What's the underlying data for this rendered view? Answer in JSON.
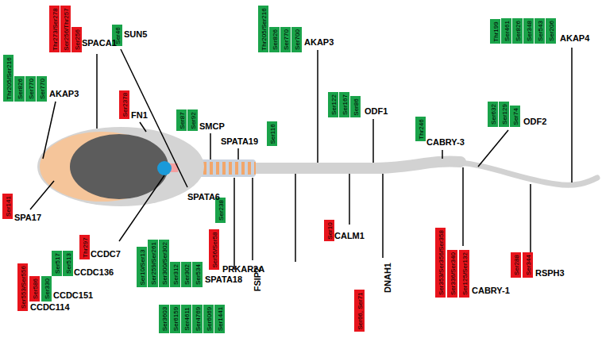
{
  "diagram": {
    "nodes": [
      {
        "text": [
          "Thr205/Ser216"
        ]
      },
      {
        "text": [
          "Ser826"
        ]
      },
      {
        "text": [
          "Ser770"
        ]
      },
      {
        "text": [
          "Ser770"
        ]
      },
      {
        "text": [
          "Thr273/Ser278"
        ]
      },
      {
        "text": [
          "Ser256/Thr257"
        ]
      },
      {
        "text": [
          "Ser256"
        ]
      },
      {
        "text": [
          "Ser46"
        ]
      },
      {
        "text": [
          "Ser2378"
        ]
      },
      {
        "text": [
          "Ser87"
        ]
      },
      {
        "text": [
          "Ser92"
        ]
      },
      {
        "text": [
          "Ser116"
        ]
      },
      {
        "text": [
          "Thr205/Ser216"
        ]
      },
      {
        "text": [
          "Ser826"
        ]
      },
      {
        "text": [
          "Ser770"
        ]
      },
      {
        "text": [
          "Ser700"
        ]
      },
      {
        "text": [
          "Ser122"
        ]
      },
      {
        "text": [
          "Ser167"
        ]
      },
      {
        "text": [
          "Ser86"
        ]
      },
      {
        "text": [
          "Thr246"
        ]
      },
      {
        "text": [
          "Thr199"
        ]
      },
      {
        "text": [
          "Ser461"
        ]
      },
      {
        "text": [
          "Ser826"
        ]
      },
      {
        "text": [
          "Ser348"
        ]
      },
      {
        "text": [
          "Ser543"
        ]
      },
      {
        "text": [
          "Ser206"
        ]
      },
      {
        "text": [
          "Ser632"
        ]
      },
      {
        "text": [
          "Ser129"
        ]
      },
      {
        "text": [
          "Ser74"
        ]
      },
      {
        "text": [
          "Ser141"
        ]
      },
      {
        "text": [
          "Ser238"
        ]
      },
      {
        "text": [
          "Thr297"
        ]
      },
      {
        "text": [
          "Ser517"
        ]
      },
      {
        "text": [
          "Ser513"
        ]
      },
      {
        "text": [
          "Ser586"
        ]
      },
      {
        "text": [
          "Ser330"
        ]
      },
      {
        "text": [
          "Ser553/Ser556"
        ]
      },
      {
        "text": [
          "Ser10/Ser13"
        ]
      },
      {
        "text": [
          "Ser259/Ser261"
        ]
      },
      {
        "text": [
          "Ser300/Ser302"
        ]
      },
      {
        "text": [
          "Ser312"
        ]
      },
      {
        "text": [
          "Ser302"
        ]
      },
      {
        "text": [
          "Ser534"
        ]
      },
      {
        "text": [
          "Ser56/Ser58"
        ]
      },
      {
        "text": [
          "Ser3603"
        ]
      },
      {
        "text": [
          "Ser6159"
        ]
      },
      {
        "text": [
          "Ser4611"
        ]
      },
      {
        "text": [
          "Ser4769"
        ]
      },
      {
        "text": [
          "Ser6069"
        ]
      },
      {
        "text": [
          "Ser1441"
        ]
      },
      {
        "text": [
          "Ser10"
        ]
      },
      {
        "text": [
          "Ser66, Ser71"
        ]
      },
      {
        "text": [
          "Ser353/Ser356/Ser358"
        ]
      },
      {
        "text": [
          "Ser336/Ser340"
        ]
      },
      {
        "text": [
          "Ser125/Ser132"
        ]
      },
      {
        "text": [
          "Ser288"
        ]
      },
      {
        "text": [
          "Ser344"
        ]
      }
    ],
    "labels": [
      "AKAP3",
      "SPACA1",
      "SUN5",
      "FN1",
      "SMCP",
      "SPATA19",
      "AKAP3",
      "ODF1",
      "CABRY-3",
      "AKAP4",
      "ODF2",
      "SPA17",
      "SPATA6",
      "CCDC7",
      "CCDC136",
      "CCDC151",
      "CCDC114",
      "SPATA18",
      "FSIP2",
      "PRKAR2A",
      "CALM1",
      "DNAH1",
      "CABRY-1",
      "RSPH3"
    ]
  }
}
